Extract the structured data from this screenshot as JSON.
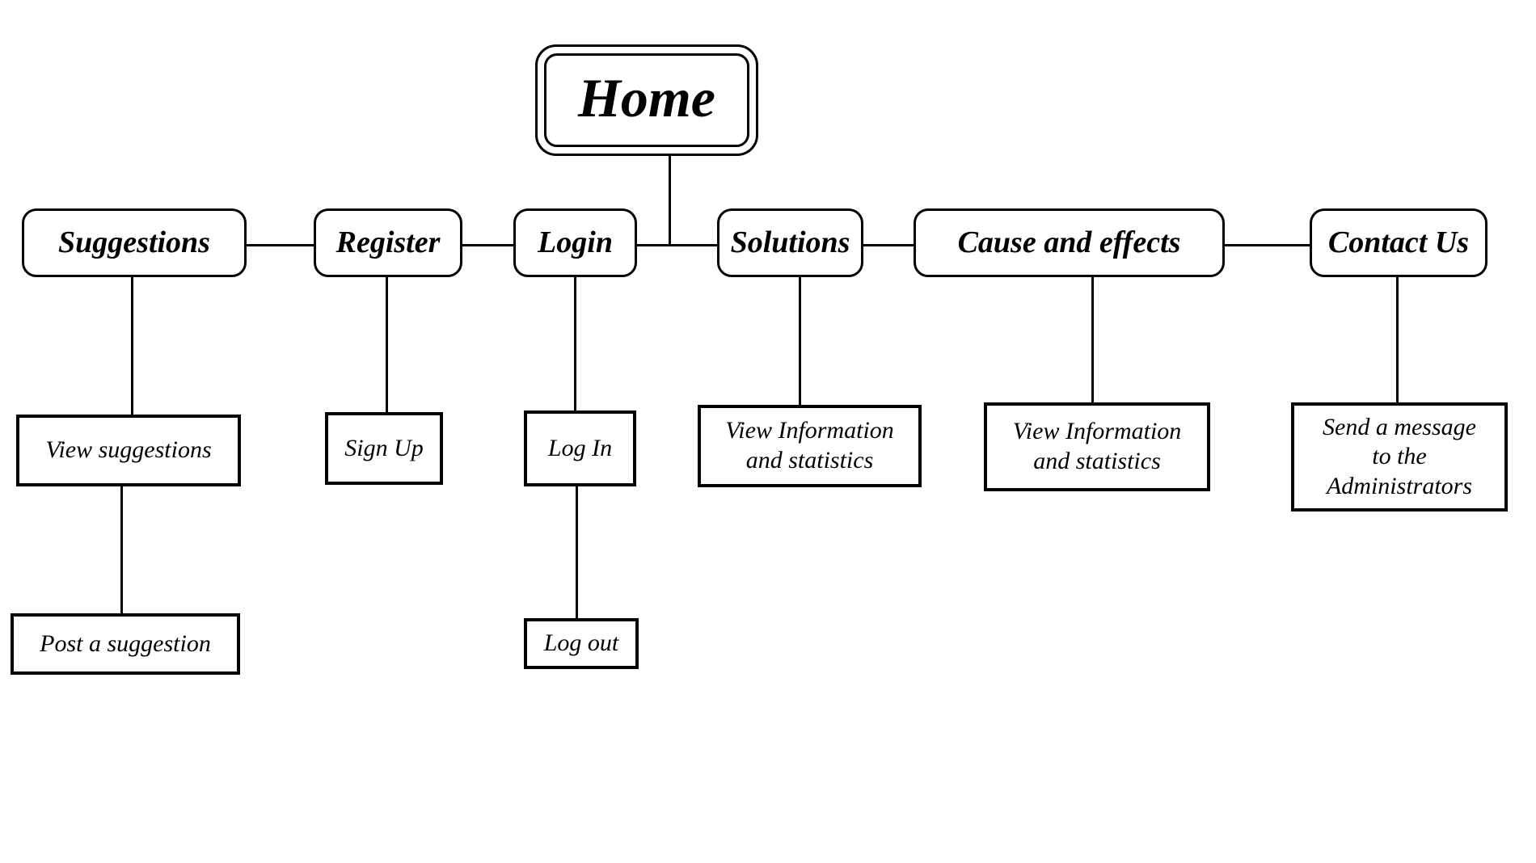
{
  "colors": {
    "background": "#ffffff",
    "line": "#000000",
    "text": "#000000"
  },
  "nodes": {
    "home": "Home",
    "suggestions": "Suggestions",
    "register": "Register",
    "login": "Login",
    "solutions": "Solutions",
    "cause_effects": "Cause and effects",
    "contact": "Contact Us",
    "view_suggestions": "View suggestions",
    "post_suggestion": "Post a suggestion",
    "sign_up": "Sign Up",
    "log_in": "Log In",
    "log_out": "Log out",
    "solutions_child": "View Information\nand statistics",
    "cause_child": "View Information\nand statistics",
    "contact_child": "Send a message\nto the\nAdministrators"
  },
  "hierarchy": [
    {
      "parent": "Home",
      "children": [
        "Suggestions",
        "Register",
        "Login",
        "Solutions",
        "Cause and effects",
        "Contact Us"
      ]
    },
    {
      "parent": "Suggestions",
      "children": [
        "View suggestions"
      ]
    },
    {
      "parent": "View suggestions",
      "children": [
        "Post a suggestion"
      ]
    },
    {
      "parent": "Register",
      "children": [
        "Sign Up"
      ]
    },
    {
      "parent": "Login",
      "children": [
        "Log In"
      ]
    },
    {
      "parent": "Log In",
      "children": [
        "Log out"
      ]
    },
    {
      "parent": "Solutions",
      "children": [
        "View Information and statistics"
      ]
    },
    {
      "parent": "Cause and effects",
      "children": [
        "View Information and statistics"
      ]
    },
    {
      "parent": "Contact Us",
      "children": [
        "Send a message to the Administrators"
      ]
    }
  ]
}
